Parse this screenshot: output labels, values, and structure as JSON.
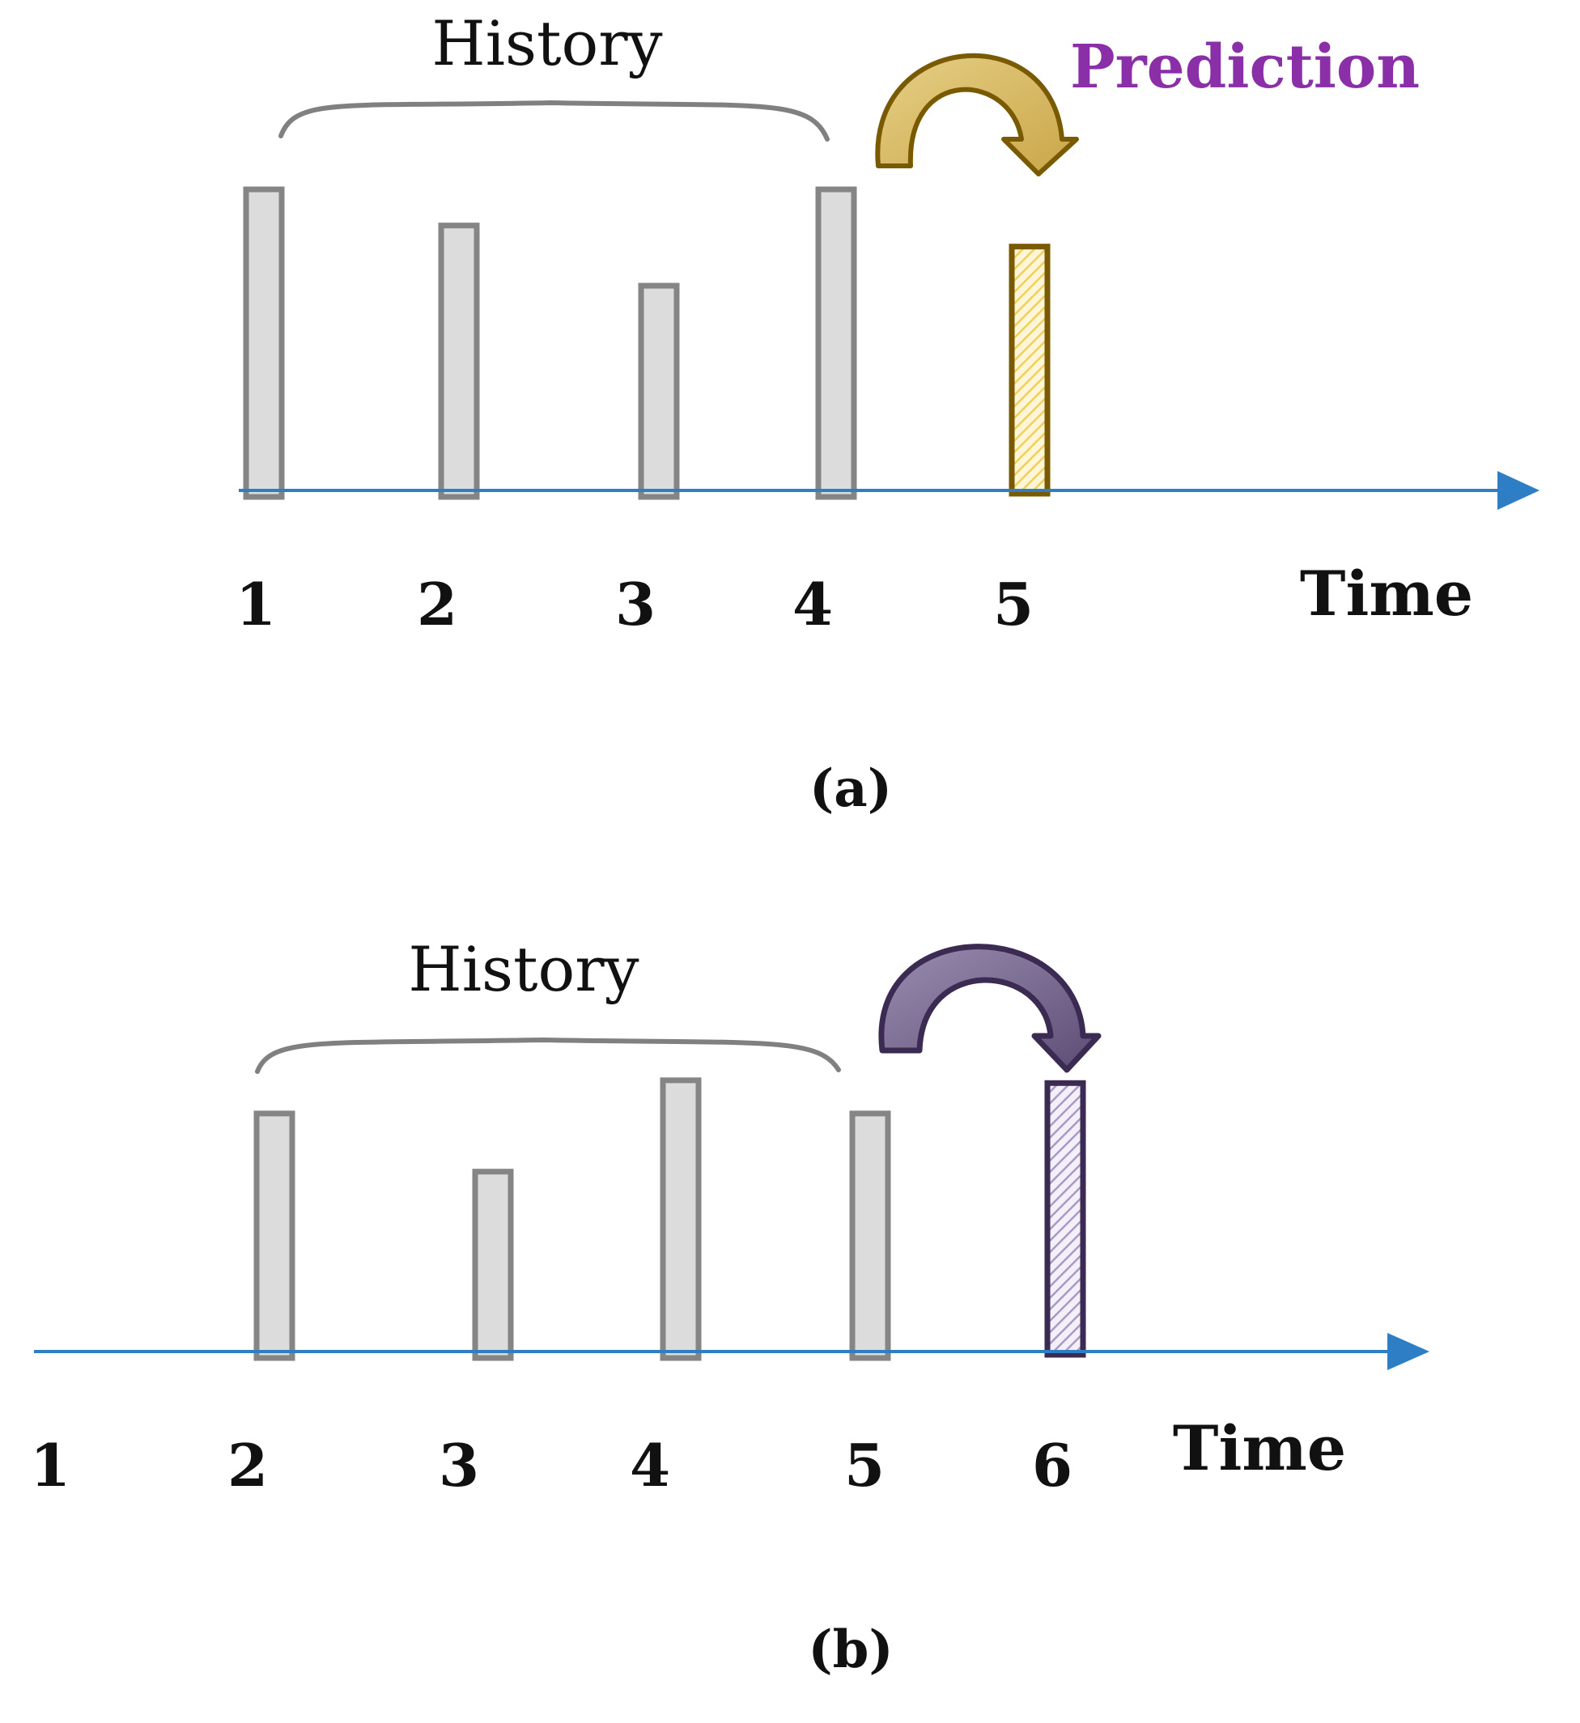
{
  "panels": [
    {
      "label": "(a)",
      "history_label": "History",
      "prediction_label": "Prediction",
      "axis_label": "Time",
      "ticks": [
        "1",
        "2",
        "3",
        "4",
        "5"
      ],
      "history_values": [
        {
          "t": 1,
          "v": 1.0
        },
        {
          "t": 2,
          "v": 0.88
        },
        {
          "t": 3,
          "v": 0.68
        },
        {
          "t": 4,
          "v": 1.0
        }
      ],
      "prediction": {
        "t": 5,
        "v": 0.81
      },
      "accent": "#7a5a00",
      "accent_fill": "#d9bd6a",
      "hatch": "#f0cf5a"
    },
    {
      "label": "(b)",
      "history_label": "History",
      "prediction_label": "",
      "axis_label": "Time",
      "ticks": [
        "1",
        "2",
        "3",
        "4",
        "5",
        "6"
      ],
      "history_values": [
        {
          "t": 2,
          "v": 0.86
        },
        {
          "t": 3,
          "v": 0.65
        },
        {
          "t": 4,
          "v": 0.98
        },
        {
          "t": 5,
          "v": 0.86
        }
      ],
      "prediction": {
        "t": 6,
        "v": 0.97
      },
      "accent": "#3b2a52",
      "accent_fill": "#7a6a92",
      "hatch": "#a99ac4"
    }
  ],
  "colors": {
    "bar_fill": "#dcdcdc",
    "bar_stroke": "#858585",
    "axis": "#2e7ec6",
    "brace": "#808080",
    "prediction_text": "#8a2fa8",
    "text": "#111111"
  }
}
